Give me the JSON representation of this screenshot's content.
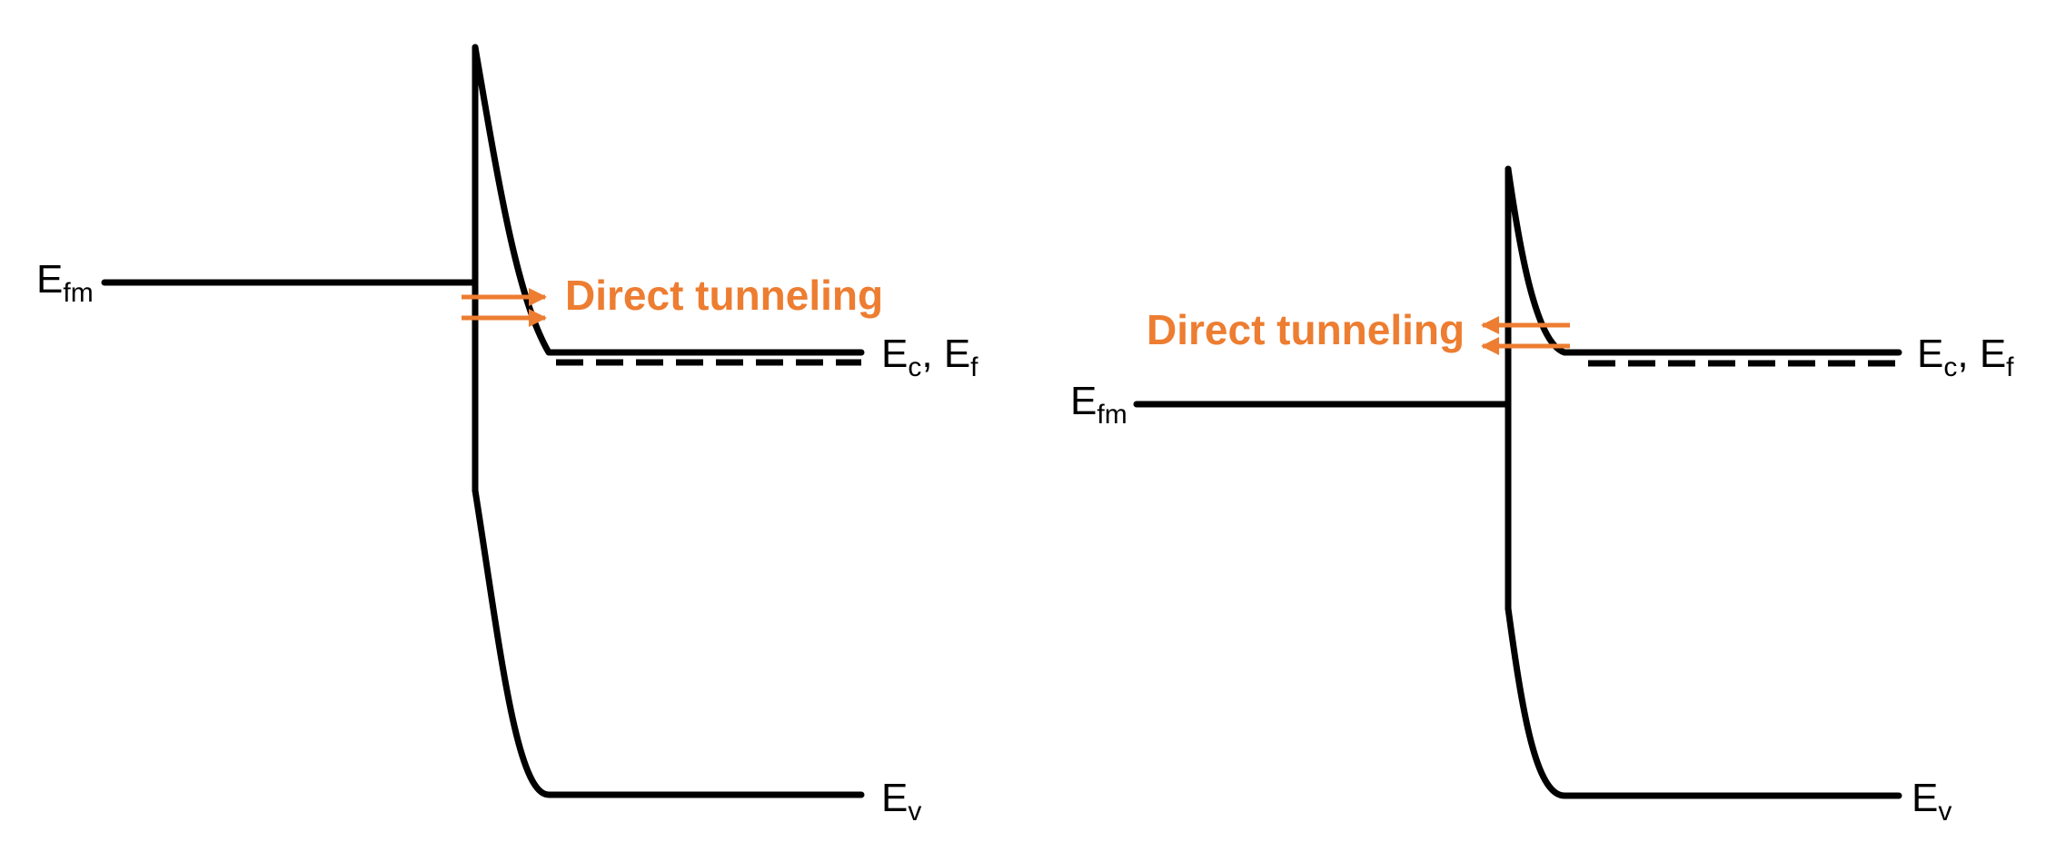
{
  "colors": {
    "band_line": "#000000",
    "tunneling": "#ED7D31",
    "background": "#FFFFFF"
  },
  "left_panel": {
    "metal_fermi_label": {
      "base": "E",
      "sub": "fm"
    },
    "conduction_label": {
      "base1": "E",
      "sub1": "c",
      "sep": ", ",
      "base2": "E",
      "sub2": "f"
    },
    "valence_label": {
      "base": "E",
      "sub": "v"
    },
    "tunneling_text": "Direct tunneling",
    "arrow_direction": "right"
  },
  "right_panel": {
    "metal_fermi_label": {
      "base": "E",
      "sub": "fm"
    },
    "conduction_label": {
      "base1": "E",
      "sub1": "c",
      "sep": ", ",
      "base2": "E",
      "sub2": "f"
    },
    "valence_label": {
      "base": "E",
      "sub": "v"
    },
    "tunneling_text": "Direct tunneling",
    "arrow_direction": "left"
  }
}
